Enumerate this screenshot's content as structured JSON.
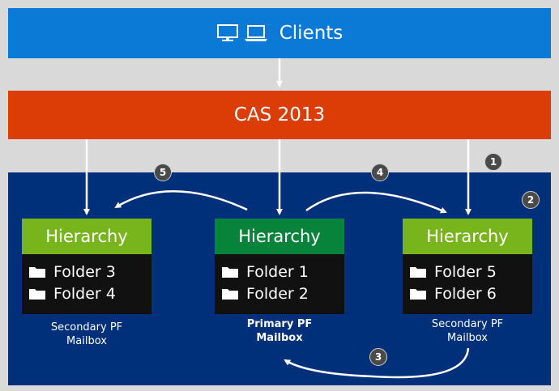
{
  "clients": {
    "label": "Clients"
  },
  "cas": {
    "label": "CAS 2013"
  },
  "mailboxes": [
    {
      "hierarchy": "Hierarchy",
      "folders": [
        "Folder 3",
        "Folder 4"
      ],
      "caption_line1": "Secondary PF",
      "caption_line2": "Mailbox"
    },
    {
      "hierarchy": "Hierarchy",
      "folders": [
        "Folder 1",
        "Folder 2"
      ],
      "caption_line1": "Primary PF",
      "caption_line2": "Mailbox"
    },
    {
      "hierarchy": "Hierarchy",
      "folders": [
        "Folder 5",
        "Folder 6"
      ],
      "caption_line1": "Secondary PF",
      "caption_line2": "Mailbox"
    }
  ],
  "steps": [
    "1",
    "2",
    "3",
    "4",
    "5"
  ],
  "colors": {
    "clients": "#0b7ad6",
    "cas": "#dc3c05",
    "region": "#00307a",
    "secondary_header": "#78b51c",
    "primary_header": "#08833c"
  }
}
